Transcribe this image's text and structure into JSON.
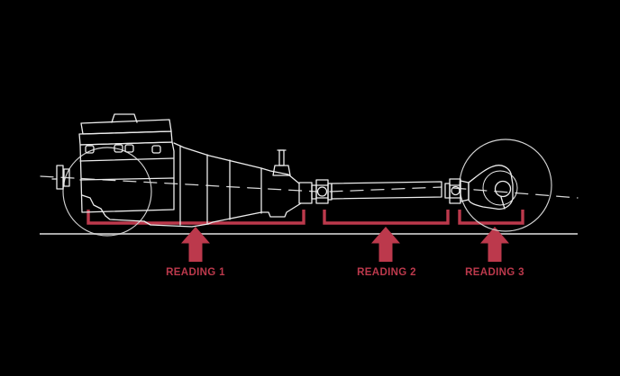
{
  "colors": {
    "background": "#000000",
    "accent_red": "#bc394c",
    "artwork_white": "#ececec",
    "ground_gray": "#a9a9a9"
  },
  "diagram": {
    "readings": [
      {
        "label": "READING 1"
      },
      {
        "label": "READING 2"
      },
      {
        "label": "READING 3"
      }
    ]
  }
}
